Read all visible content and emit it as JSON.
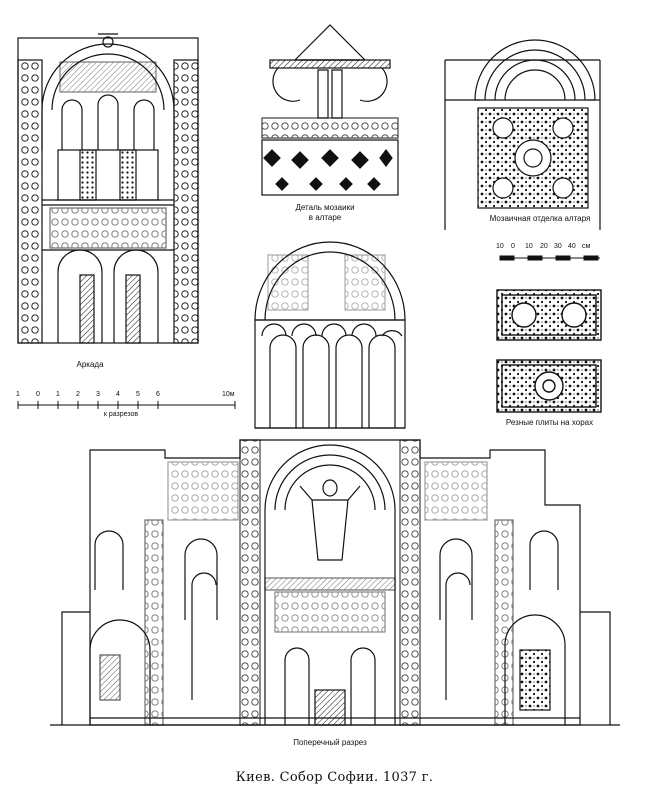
{
  "labels": {
    "arcade": "Аркада",
    "mosaic_detail": "Деталь мозаики\nв алтаре",
    "altar_decor": "Мозаичная отделка алтаря",
    "carved_slabs": "Резные плиты на хорах",
    "cross_section": "Поперечный разрез",
    "section_scale_note": "к разрезов",
    "title": "Киев. Собор Софии. 1037 г."
  },
  "scales": {
    "small": {
      "ticks": [
        "10",
        "0",
        "10",
        "20",
        "30",
        "40"
      ],
      "unit": "см"
    },
    "large": {
      "ticks": [
        "1",
        "0",
        "1",
        "2",
        "3",
        "4",
        "5",
        "6"
      ],
      "unit": "10м"
    }
  },
  "colors": {
    "ink": "#111111",
    "paper": "#ffffff"
  }
}
